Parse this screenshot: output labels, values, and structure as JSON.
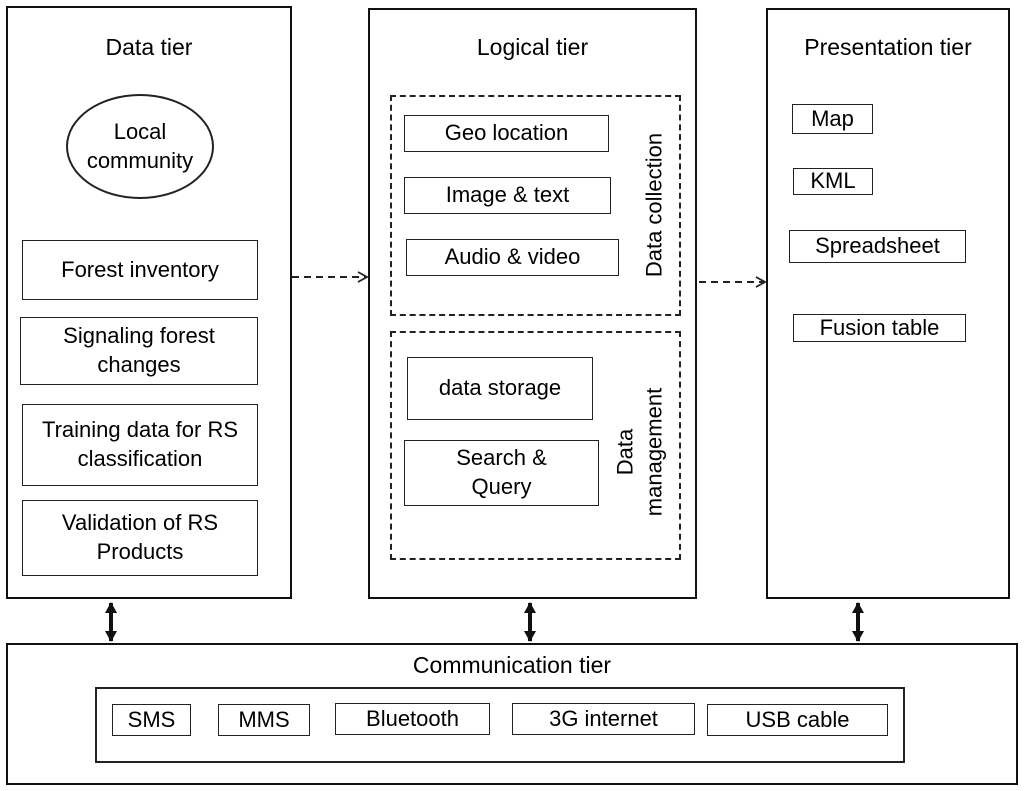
{
  "data_tier": {
    "title": "Data tier",
    "community": "Local community",
    "items": [
      "Forest inventory",
      "Signaling forest changes",
      "Training data for RS classification",
      "Validation of RS Products"
    ]
  },
  "logical_tier": {
    "title": "Logical tier",
    "collection": {
      "label": "Data collection",
      "items": [
        "Geo location",
        "Image & text",
        "Audio & video"
      ]
    },
    "management": {
      "label": "Data management",
      "items": [
        "data storage",
        "Search & Query"
      ]
    }
  },
  "presentation_tier": {
    "title": "Presentation tier",
    "items": [
      "Map",
      "KML",
      "Spreadsheet",
      "Fusion table"
    ]
  },
  "communication_tier": {
    "title": "Communication tier",
    "items": [
      "SMS",
      "MMS",
      "Bluetooth",
      "3G internet",
      "USB cable"
    ]
  }
}
